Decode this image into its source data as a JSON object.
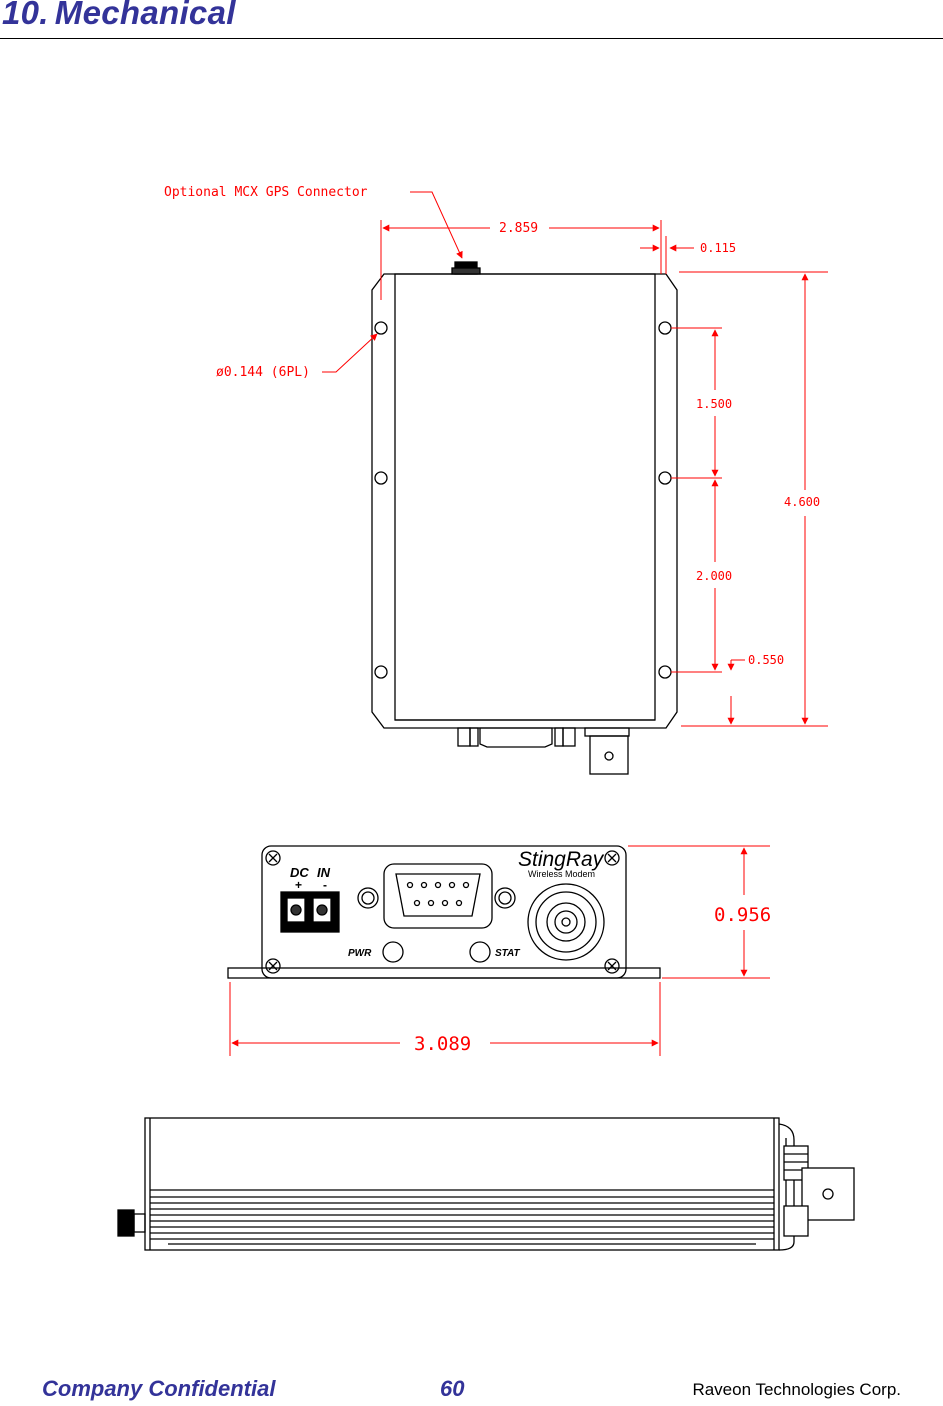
{
  "section": {
    "number": "10.",
    "title": "Mechanical"
  },
  "top_view": {
    "gps_connector_label": "Optional MCX GPS Connector",
    "width_dim": "2.859",
    "offset_dim": "0.115",
    "hole_dim": "ø0.144 (6PL)",
    "spacing_a": "1.500",
    "spacing_b": "2.000",
    "edge_dim": "0.550",
    "length_dim": "4.600"
  },
  "front_view": {
    "dc_label": "DC",
    "in_label": "IN",
    "plus_label": "+",
    "minus_label": "-",
    "brand": "StingRay",
    "brand_sub": "Wireless Modem",
    "pwr_label": "PWR",
    "stat_label": "STAT",
    "height_dim": "0.956",
    "width_dim": "3.089"
  },
  "footer": {
    "confidential": "Company Confidential",
    "page_number": "60",
    "company": "Raveon Technologies Corp."
  },
  "colors": {
    "heading": "#333399",
    "dimension": "#ff0000"
  }
}
